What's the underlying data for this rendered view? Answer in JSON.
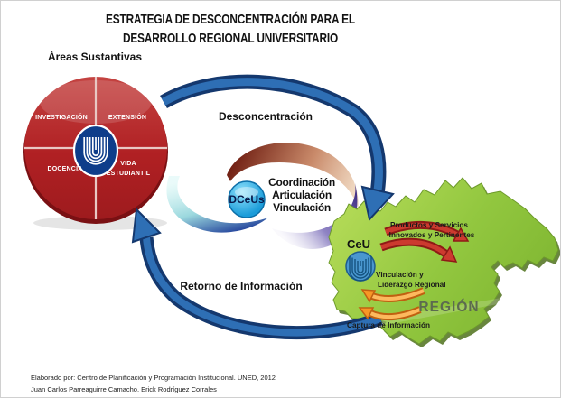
{
  "title": {
    "line1": "ESTRATEGIA DE DESCONCENTRACIÓN PARA EL",
    "line2": "DESARROLLO REGIONAL UNIVERSITARIO"
  },
  "areas": {
    "heading": "Áreas Sustantivas",
    "quadrants": [
      {
        "label": "INVESTIGACIÓN"
      },
      {
        "label": "EXTENSIÓN"
      },
      {
        "label": "DOCENCIA"
      },
      {
        "label": "VIDA",
        "label2": "ESTUDIANTIL"
      }
    ]
  },
  "cycle": {
    "outbound_label": "Desconcentración",
    "return_label": "Retorno de Información"
  },
  "hub": {
    "label": "DCeUs",
    "functions": [
      "Coordinación",
      "Articulación",
      "Vinculación"
    ]
  },
  "region": {
    "name": "REGIÓN",
    "center_label": "CeU",
    "flow_out": {
      "line1": "Productos y Servicios",
      "line2": "Innovados y Pertinentes"
    },
    "flow_link": {
      "line1": "Vinculación y",
      "line2": "Liderazgo Regional"
    },
    "flow_in": "Captura de Información"
  },
  "footer": {
    "line1": "Elaborado por: Centro de Planificación y Programación Institucional. UNED, 2012",
    "line2": "Juan Carlos Parreaguirre Camacho. Erick Rodríguez Corrales"
  },
  "colors": {
    "pie_red": "#B02023",
    "arrow_blue": "#2E6FB5",
    "hub_cyan": "#29ABE2",
    "map_green": "#8CC63E",
    "flow_red": "#CC3A2F",
    "flow_orange": "#F79726",
    "region_text": "#5C6B4F"
  }
}
